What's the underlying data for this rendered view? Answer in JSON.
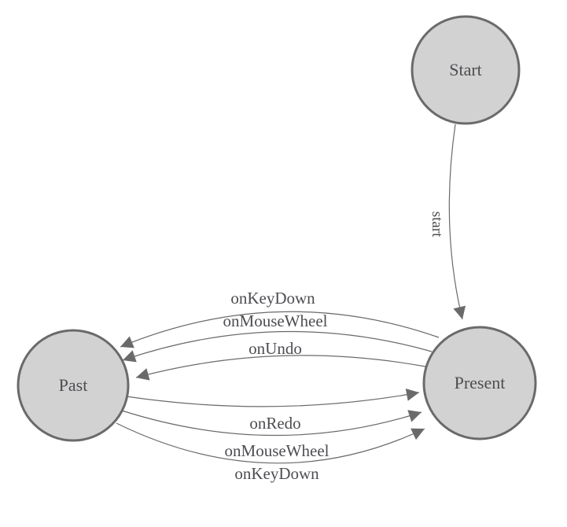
{
  "diagram": {
    "type": "state-machine",
    "colors": {
      "node_fill": "#d2d2d2",
      "node_stroke": "#6a6a6a",
      "edge_color": "#6a6a6a",
      "text_color": "#4d4d52",
      "background": "#ffffff"
    },
    "nodes": [
      {
        "id": "start",
        "label": "Start"
      },
      {
        "id": "present",
        "label": "Present"
      },
      {
        "id": "past",
        "label": "Past"
      }
    ],
    "edges": [
      {
        "from": "start",
        "to": "present",
        "label": "start"
      },
      {
        "from": "present",
        "to": "past",
        "label": "onKeyDown"
      },
      {
        "from": "present",
        "to": "past",
        "label": "onMouseWheel"
      },
      {
        "from": "present",
        "to": "past",
        "label": "onUndo"
      },
      {
        "from": "past",
        "to": "present",
        "label": "onRedo"
      },
      {
        "from": "past",
        "to": "present",
        "label": "onMouseWheel"
      },
      {
        "from": "past",
        "to": "present",
        "label": "onKeyDown"
      }
    ]
  }
}
